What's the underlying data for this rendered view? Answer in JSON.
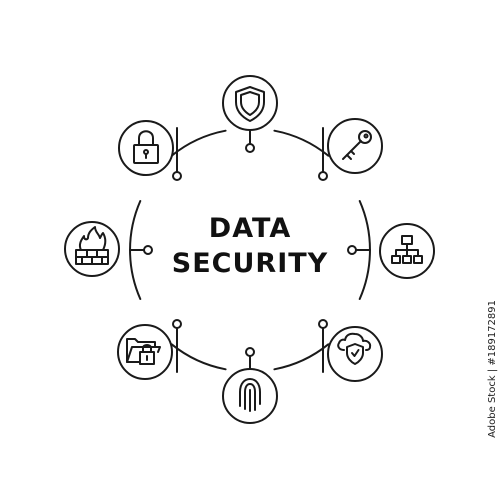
{
  "title": {
    "line1": "DATA",
    "line2": "SECURITY"
  },
  "colors": {
    "stroke": "#1a1a1a",
    "background": "#ffffff",
    "text": "#111111"
  },
  "nodes": [
    {
      "name": "shield-node",
      "icon": "shield-icon"
    },
    {
      "name": "key-node",
      "icon": "key-icon"
    },
    {
      "name": "network-node",
      "icon": "network-hierarchy-icon"
    },
    {
      "name": "cloud-shield-node",
      "icon": "cloud-shield-icon"
    },
    {
      "name": "fingerprint-node",
      "icon": "fingerprint-icon"
    },
    {
      "name": "locked-folder-node",
      "icon": "locked-folder-icon"
    },
    {
      "name": "firewall-node",
      "icon": "firewall-icon"
    },
    {
      "name": "padlock-node",
      "icon": "padlock-icon"
    }
  ],
  "watermark": "Adobe Stock | #189172891"
}
